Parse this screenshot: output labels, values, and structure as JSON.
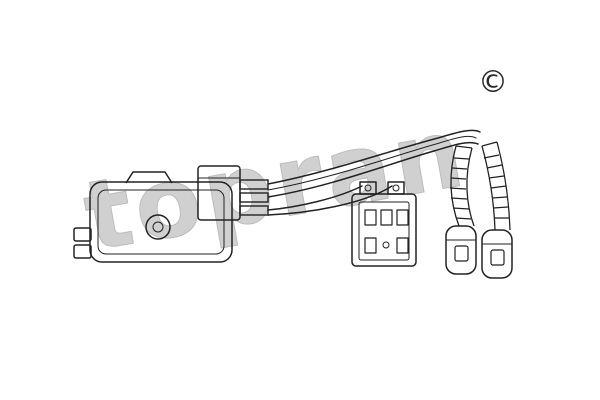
{
  "watermark": {
    "text": "topran",
    "color": "#d0d0d0",
    "rotation_deg": -10
  },
  "copyright": {
    "symbol": "©"
  },
  "illustration": {
    "subject": "blower-motor-resistor-with-wiring-harness",
    "line_color": "#222222",
    "background": "#ffffff",
    "parts": [
      "resistor-module",
      "module-connector-pins",
      "wiring-harness",
      "plug-connector",
      "corrugated-conduit-left",
      "corrugated-conduit-right",
      "round-terminal-1",
      "round-terminal-2"
    ]
  }
}
